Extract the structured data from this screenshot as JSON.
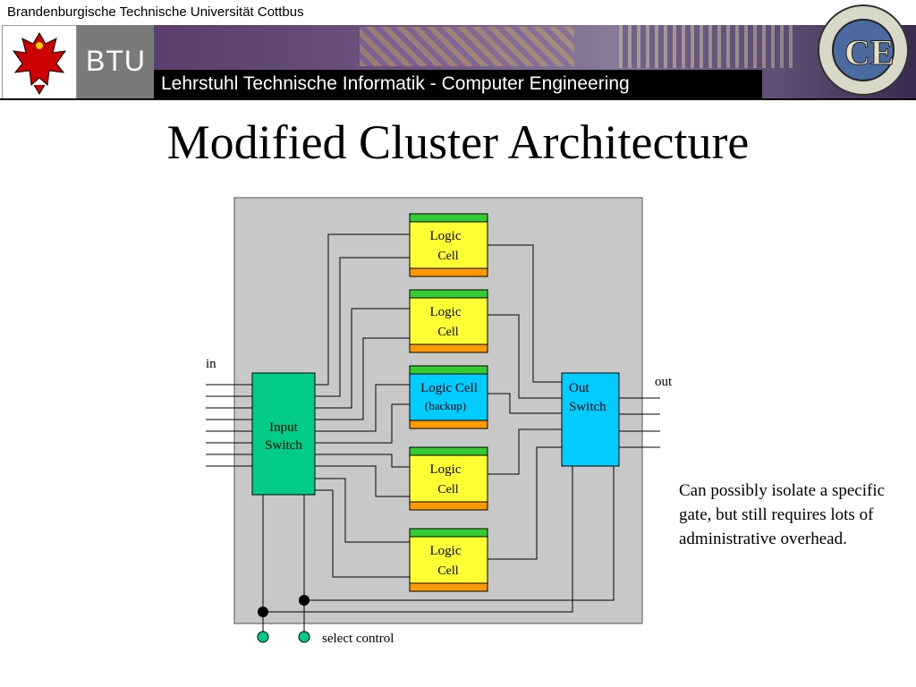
{
  "header": {
    "university": "Brandenburgische Technische Universität Cottbus",
    "logo_text": "BTU",
    "chair": "Lehrstuhl Technische Informatik - Computer Engineering",
    "eagle_icon": "brandenburg-eagle-icon",
    "ce_logo_icon": "computer-engineering-dept-logo-icon"
  },
  "title": "Modified Cluster Architecture",
  "diagram": {
    "label_in": "in",
    "label_out": "out",
    "input_switch": [
      "Input",
      "Switch"
    ],
    "out_switch": [
      "Out",
      "Switch"
    ],
    "cells": [
      {
        "line1": "Logic",
        "line2": "Cell"
      },
      {
        "line1": "Logic",
        "line2": "Cell"
      },
      {
        "line1": "Logic Cell",
        "line2": "(backup)"
      },
      {
        "line1": "Logic",
        "line2": "Cell"
      },
      {
        "line1": "Logic",
        "line2": "Cell"
      }
    ],
    "select_label": "select control",
    "colors": {
      "cell": "#ffff33",
      "backup": "#00ccff",
      "top_bar": "#33cc33",
      "bottom_bar": "#ff9900",
      "switch_in": "#00cc88",
      "switch_out": "#00ccff",
      "panel": "#c8c8c8"
    }
  },
  "note": "Can possibly isolate a specific gate, but still requires lots of administrative overhead."
}
